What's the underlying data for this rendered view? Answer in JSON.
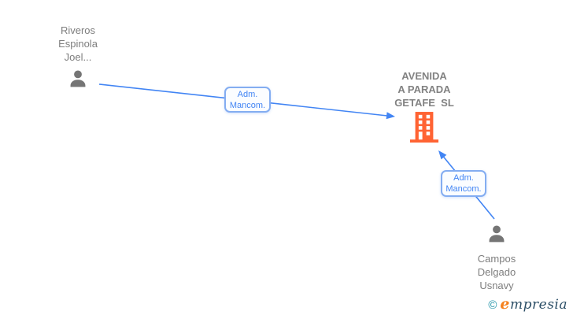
{
  "diagram": {
    "nodes": [
      {
        "id": "person-riveros",
        "type": "person",
        "lines": [
          "Riveros",
          "Espinola",
          "Joel..."
        ]
      },
      {
        "id": "company-avenida",
        "type": "company",
        "lines": [
          "AVENIDA",
          "A PARADA",
          "GETAFE  SL"
        ]
      },
      {
        "id": "person-campos",
        "type": "person",
        "lines": [
          "Campos",
          "Delgado",
          "Usnavy"
        ]
      }
    ],
    "edges": [
      {
        "id": "edge-riveros-to-company",
        "from": "person-riveros",
        "to": "company-avenida",
        "label_lines": [
          "Adm.",
          "Mancom."
        ]
      },
      {
        "id": "edge-campos-to-company",
        "from": "person-campos",
        "to": "company-avenida",
        "label_lines": [
          "Adm.",
          "Mancom."
        ]
      }
    ]
  },
  "colors": {
    "edge_blue": "#4285f4",
    "edge_label_border": "#84adf1",
    "edge_label_bg": "#fbfdff",
    "person_icon_gray": "#757575",
    "node_text_gray": "#7e7e7e",
    "building_orange": "#ff6333",
    "logo_teal": "#1f93a8",
    "logo_orange": "#f5821f",
    "logo_dark": "#2b4e66"
  },
  "footer": {
    "copyright_symbol": "©",
    "brand_initial": "e",
    "brand_rest": "mpresia"
  }
}
